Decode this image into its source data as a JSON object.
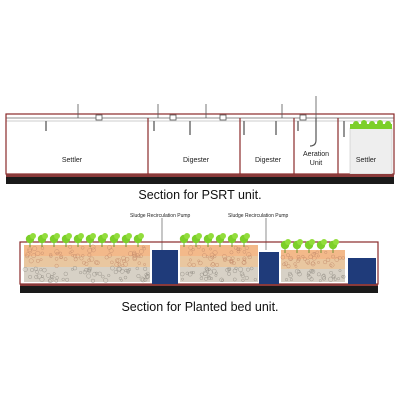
{
  "psrt_section": {
    "caption": "Section for PSRT unit.",
    "compartments": [
      "Settler",
      "Digester",
      "Digester",
      "Aeration",
      "Unit",
      "Settler"
    ]
  },
  "planted_bed_section": {
    "caption": "Section for Planted bed unit.",
    "pump_labels": [
      "Sludge Recirculation Pump",
      "Sludge Recirculation Pump"
    ]
  },
  "colors": {
    "ground": "#1a1a1a",
    "ground_band": "#8a3a3a",
    "wall": "#8a2a2a",
    "pipe": "#555555",
    "plant": "#7ccf2a",
    "media_top": "#f3b98a",
    "media_mid": "#e6c49a",
    "gravel": "#cfcac2",
    "tank": "#1f3b7a"
  }
}
